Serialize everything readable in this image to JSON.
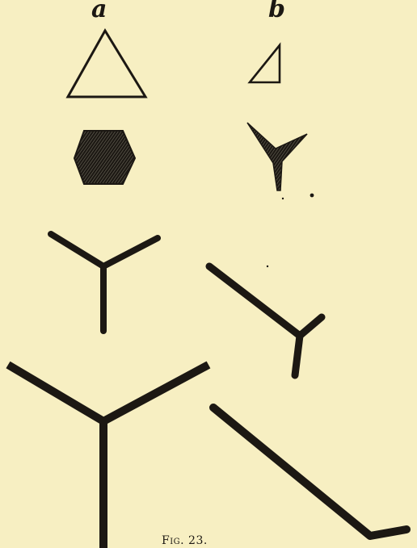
{
  "labels": {
    "column_a": "a",
    "column_b": "b"
  },
  "caption": "Fig. 23.",
  "colors": {
    "paper": "#f7efc2",
    "ink": "#1c1813",
    "hatch": "#6e6a5c"
  }
}
